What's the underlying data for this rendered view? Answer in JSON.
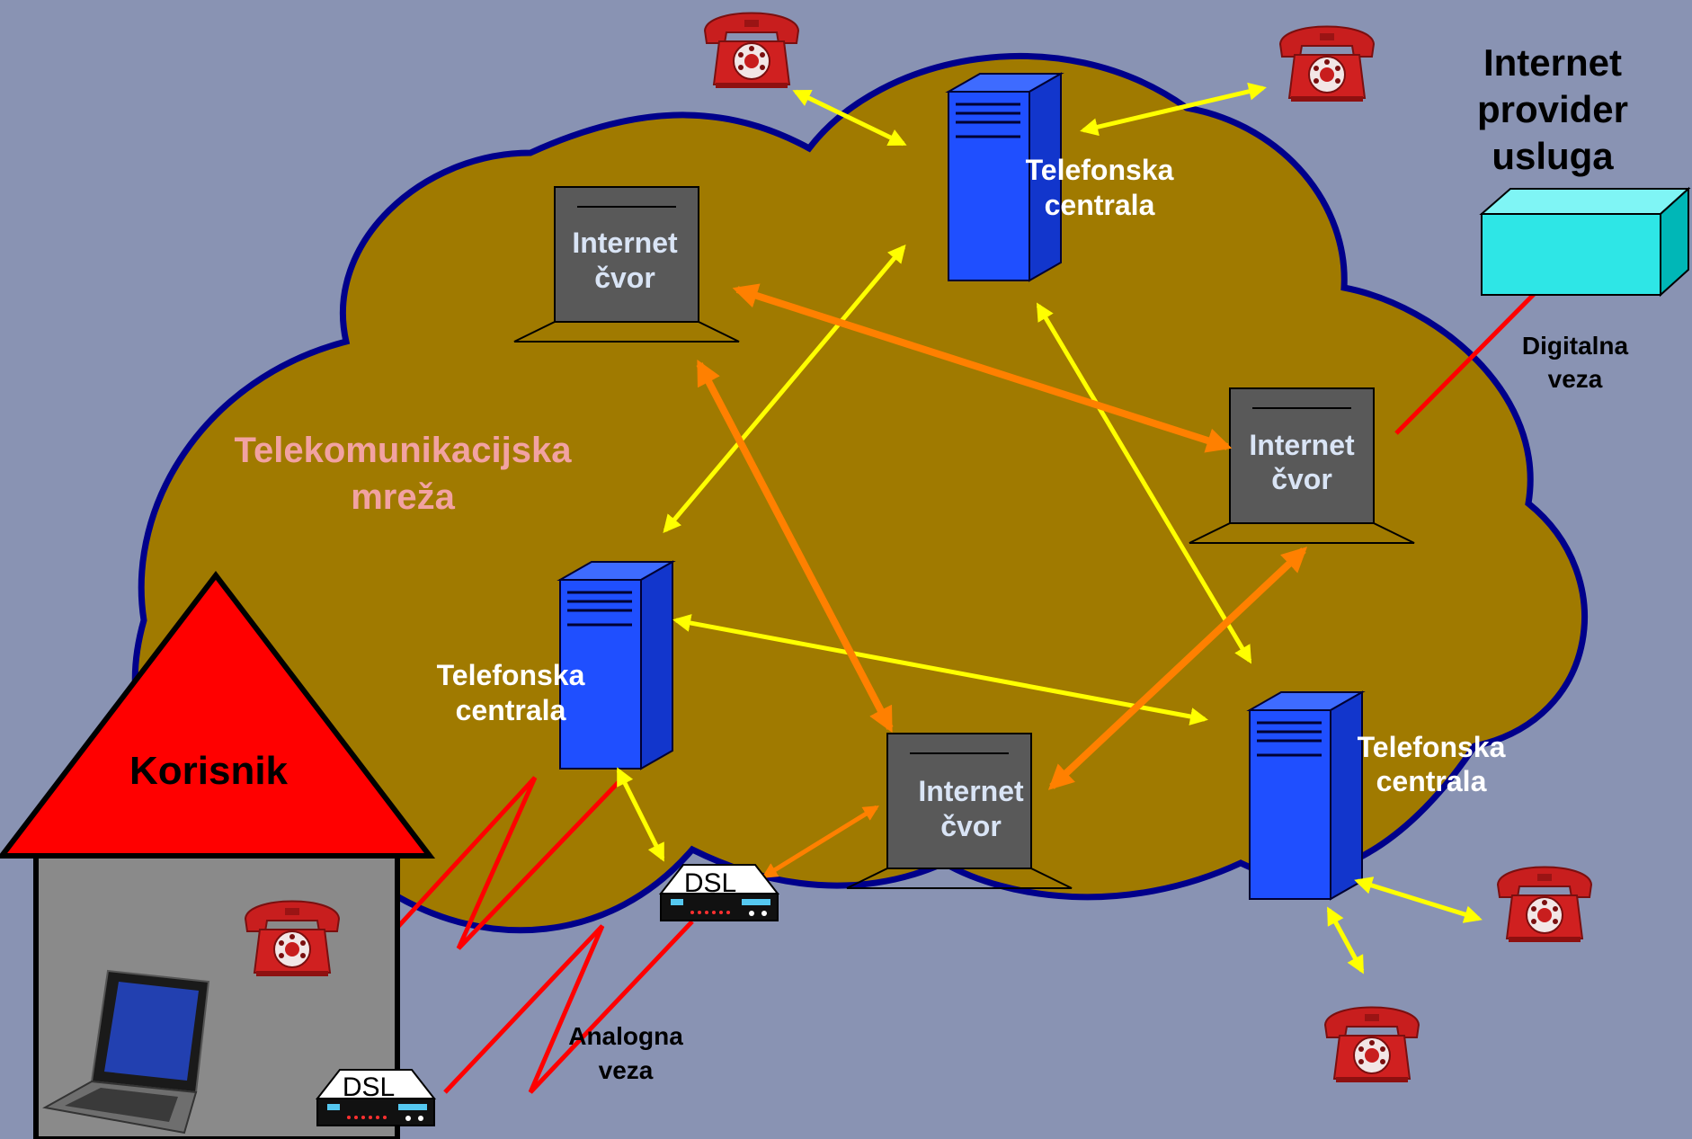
{
  "network": {
    "label_line1": "Telekomunikacijska",
    "label_line2": "mreža"
  },
  "isp": {
    "line1": "Internet",
    "line2": "provider",
    "line3": "usluga"
  },
  "user": {
    "label": "Korisnik"
  },
  "exchange": {
    "line1": "Telefonska",
    "line2": "centrala"
  },
  "node": {
    "line1": "Internet",
    "line2": "čvor"
  },
  "dsl": {
    "label": "DSL"
  },
  "links": {
    "digital_line1": "Digitalna",
    "digital_line2": "veza",
    "analog_line1": "Analogna",
    "analog_line2": "veza"
  },
  "colors": {
    "background": "#8993B3",
    "cloud_fill": "#A07A00",
    "cloud_stroke": "#00008B",
    "phone_link": "#FFFF00",
    "internet_link": "#FF8000",
    "wire": "#FF0000",
    "server": "#1F4FFF",
    "node": "#595959",
    "isp_box": "#00E0E0",
    "roof": "#FF0000"
  },
  "icons": [
    "telephone-icon",
    "server-icon",
    "computer-icon",
    "dsl-modem-icon",
    "laptop-icon",
    "house-icon"
  ]
}
